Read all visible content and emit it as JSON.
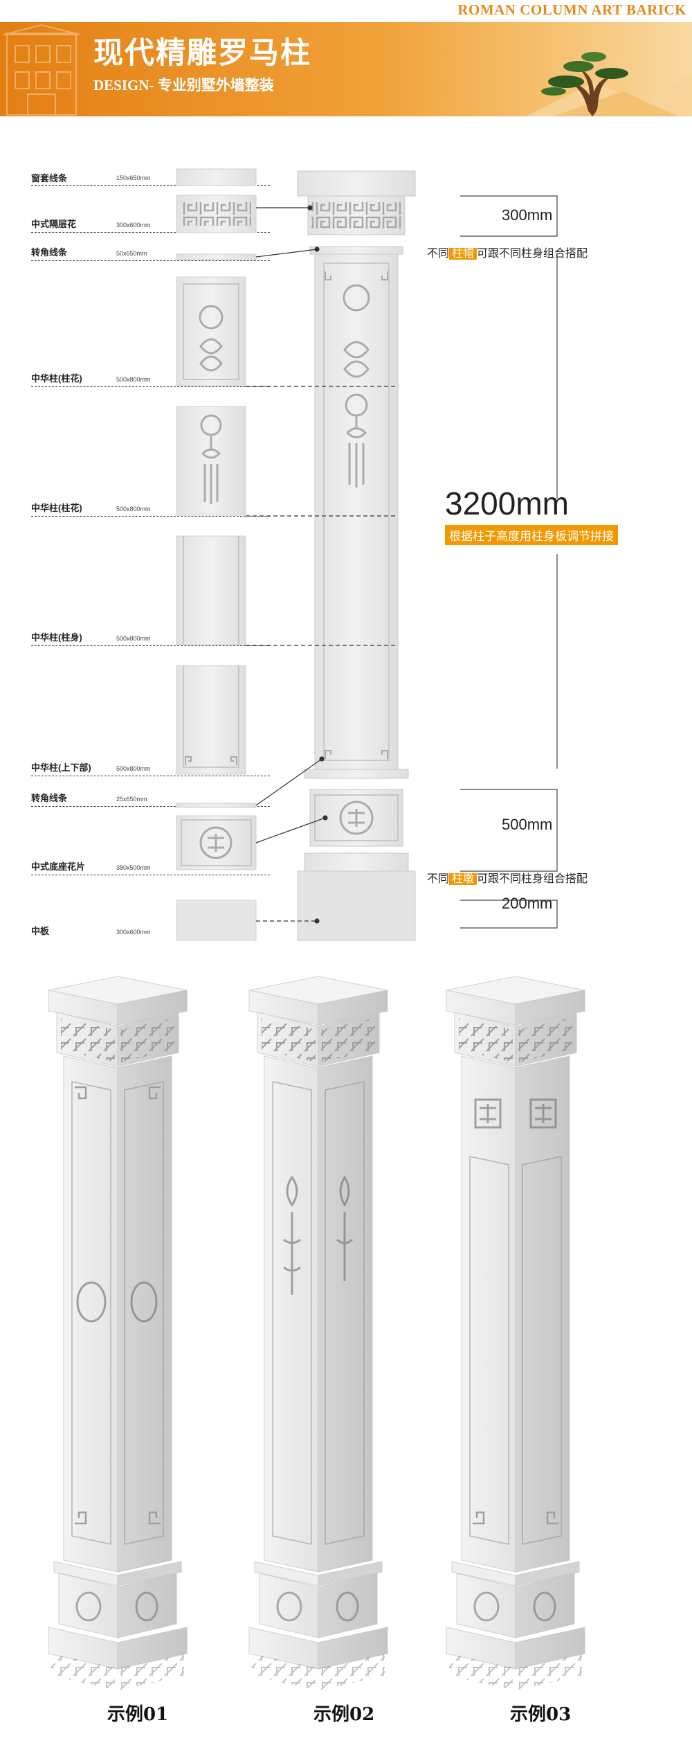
{
  "header": {
    "brand": "ROMAN COLUMN ART BARICK",
    "title": "现代精雕罗马柱",
    "subtitle": "DESIGN- 专业别墅外墙整装"
  },
  "parts": [
    {
      "name": "窗套线条",
      "size": "150x650mm"
    },
    {
      "name": "中式隔层花",
      "size": "300x600mm"
    },
    {
      "name": "转角线条",
      "size": "50x650mm"
    },
    {
      "name": "中华柱(柱花)",
      "size": "500x800mm"
    },
    {
      "name": "中华柱(柱花)",
      "size": "500x800mm"
    },
    {
      "name": "中华柱(柱身)",
      "size": "500x800mm"
    },
    {
      "name": "中华柱(上下部)",
      "size": "500x800mm"
    },
    {
      "name": "转角线条",
      "size": "25x650mm"
    },
    {
      "name": "中式底座花片",
      "size": "380x500mm"
    },
    {
      "name": "中板",
      "size": "300x600mm"
    }
  ],
  "dimensions": {
    "cap": "300mm",
    "cap_note_pre": "不同",
    "cap_note_tag": "柱帽",
    "cap_note_post": "可跟不同柱身组合搭配",
    "shaft": "3200mm",
    "shaft_note": "根据柱子高度用柱身板调节拼接",
    "base": "500mm",
    "base_note_pre": "不同",
    "base_note_tag": "柱墩",
    "base_note_post": "可跟不同柱身组合搭配",
    "plinth": "200mm"
  },
  "examples": [
    "示例01",
    "示例02",
    "示例03"
  ],
  "colors": {
    "accent": "#f39800",
    "header_start": "#e37f12",
    "header_end": "#f9d9a3",
    "stone": "#ececec",
    "stone_shadow": "#cfcfcf",
    "carving": "#b8b8b8"
  }
}
